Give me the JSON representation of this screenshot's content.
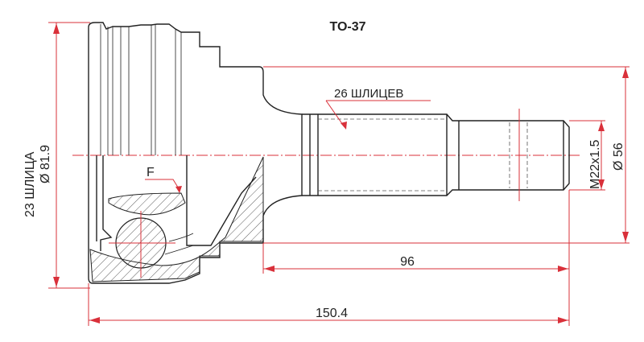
{
  "title": "TO-37",
  "labels": {
    "inner_splines": "23 ШЛИЦА",
    "outer_diameter": "Ø 81.9",
    "shaft_splines": "26 ШЛИЦЕВ",
    "face_marker": "F",
    "thread": "M22x1.5",
    "abs_diameter": "Ø 56",
    "shaft_length": "96",
    "total_length": "150.4"
  },
  "colors": {
    "dimension": "#d9303a",
    "outline": "#222222"
  }
}
